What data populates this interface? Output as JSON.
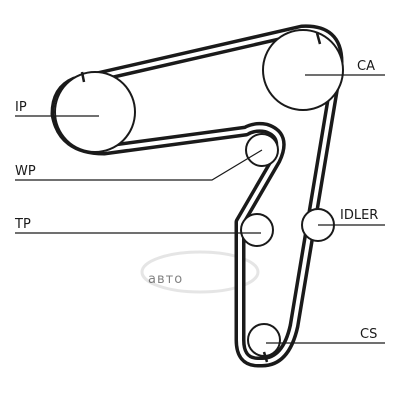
{
  "labels": {
    "ca": "CA",
    "ip": "IP",
    "wp": "WP",
    "tp": "TP",
    "idler": "IDLER",
    "cs": "CS"
  },
  "watermark": "авто",
  "colors": {
    "belt": "#1a1a1a",
    "pulley": "#1a1a1a",
    "leader": "#1a1a1a",
    "watermark": "#cccccc",
    "background": "#ffffff"
  }
}
